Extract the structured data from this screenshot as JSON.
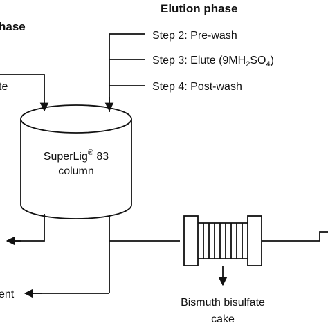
{
  "labels": {
    "elution_phase": "Elution phase",
    "loading_phase_partial": "hase",
    "feed_partial": "te",
    "step2": "Step 2: Pre-wash",
    "step3_prefix": "Step 3: Elute (9",
    "step3_mh": "MH",
    "step3_sub2": "2",
    "step3_so": "SO",
    "step3_sub4": "4",
    "step3_close": ")",
    "column_name": "SuperLig",
    "column_reg": "®",
    "column_num": " 83",
    "column_word": "column",
    "step4": "Step 4: Post-wash",
    "effluent_partial": "ent",
    "cake_line1": "Bismuth bisulfate",
    "cake_line2": "cake"
  }
}
